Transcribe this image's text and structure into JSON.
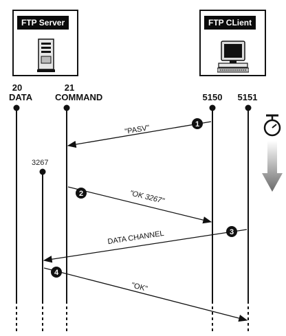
{
  "server_box": {
    "title": "FTP Server",
    "icon": "server-tower-icon"
  },
  "client_box": {
    "title": "FTP CLient",
    "icon": "desktop-computer-icon"
  },
  "ports": {
    "data": {
      "number": "20",
      "label": "DATA"
    },
    "command": {
      "number": "21",
      "label": "COMMAND"
    },
    "client_cmd": "5150",
    "client_data": "5151",
    "server_data_new": "3267"
  },
  "messages": [
    {
      "step": "1",
      "label": "\"PASV\""
    },
    {
      "step": "2",
      "label": "\"OK 3267\""
    },
    {
      "step": "3",
      "label": "DATA CHANNEL"
    },
    {
      "step": "4",
      "label": "\"OK\""
    }
  ],
  "time_icon": "stopwatch-icon",
  "time_arrow": "down-arrow-icon"
}
